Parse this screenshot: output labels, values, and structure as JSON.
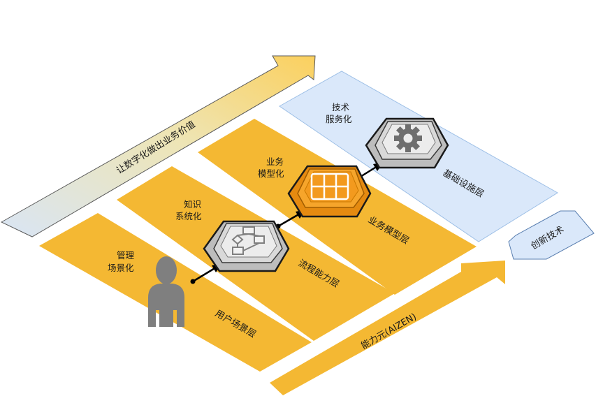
{
  "arrows": {
    "value_arrow_label": "让数字化做出业务价值",
    "innovation_label": "创新技术",
    "capability_label": "能力元(AIZEN)"
  },
  "layers": {
    "user": {
      "title_line1": "管理",
      "title_line2": "场景化",
      "name": "用户场景层"
    },
    "process": {
      "title_line1": "知识",
      "title_line2": "系统化",
      "name": "流程能力层"
    },
    "business": {
      "title_line1": "业务",
      "title_line2": "模型化",
      "name": "业务模型层"
    },
    "infra": {
      "title_line1": "技术",
      "title_line2": "服务化",
      "name": "基础设施层"
    }
  },
  "icons": {
    "person": "person-icon",
    "flowchart": "flowchart-icon",
    "grid": "grid-icon",
    "gear": "gear-icon"
  },
  "colors": {
    "strip_orange": "#F4B833",
    "strip_blue": "#DAE8FA",
    "key_orange": "#F39A1E",
    "key_grey": "#D4D4D4",
    "person_grey": "#7F7F7F",
    "outline": "#1a1a1a"
  }
}
